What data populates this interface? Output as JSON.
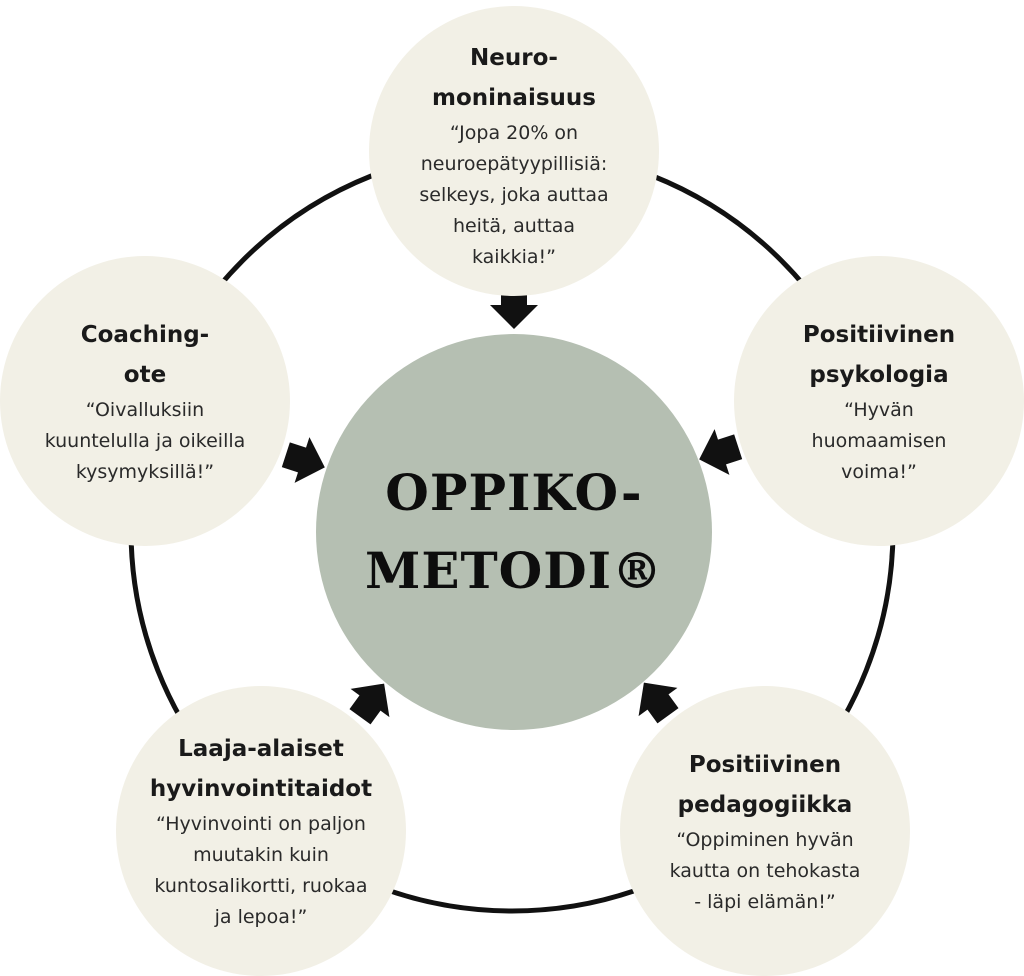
{
  "center": {
    "label": "OPPIKO-\nMETODI®"
  },
  "nodes": {
    "top": {
      "title": "Neuro-\nmoninaisuus",
      "quote": "“Jopa 20% on\nneuroepätyypillisiä:\nselkeys, joka auttaa\nheitä, auttaa\nkaikkia!”"
    },
    "right": {
      "title": "Positiivinen\npsykologia",
      "quote": "“Hyvän\nhuomaamisen\nvoima!”"
    },
    "bottom_right": {
      "title": "Positiivinen\npedagogiikka",
      "quote": "“Oppiminen hyvän\nkautta on tehokasta\n- läpi elämän!”"
    },
    "bottom_left": {
      "title": "Laaja-alaiset\nhyvinvointitaidot",
      "quote": "“Hyvinvointi on paljon\nmuutakin kuin\nkuntosalikortti, ruokaa\nja lepoa!”"
    },
    "left": {
      "title": "Coaching-\note",
      "quote": "“Oivalluksiin\nkuuntelulla ja oikeilla\nkysymyksillä!”"
    }
  },
  "colors": {
    "node_fill": "#f2f0e6",
    "center_fill": "#b5bfb2",
    "ring_stroke": "#111111",
    "arrow_fill": "#111111"
  }
}
